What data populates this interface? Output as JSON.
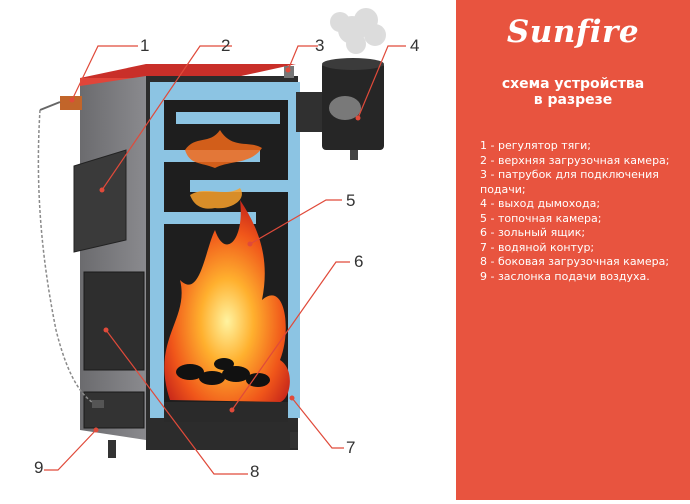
{
  "brand": {
    "name": "Sunfire"
  },
  "subtitle": {
    "line1": "схема устройства",
    "line2": "в разрезе"
  },
  "callouts": [
    "1",
    "2",
    "3",
    "4",
    "5",
    "6",
    "7",
    "8",
    "9"
  ],
  "legend": [
    "1 - регулятор тяги;",
    "2 - верхняя загрузочная камера;",
    "3 - патрубок для подключения подачи;",
    "4 - выход дымохода;",
    "5 - топочная камера;",
    "6 - зольный ящик;",
    "7 - водяной контур;",
    "8 - боковая загрузочная камера;",
    "9 - заслонка подачи воздуха."
  ],
  "colors": {
    "panel": "#e8543f",
    "boiler_top": "#d83a32",
    "water_jacket": "#8cc4e3",
    "fire": "#f26a1a"
  }
}
